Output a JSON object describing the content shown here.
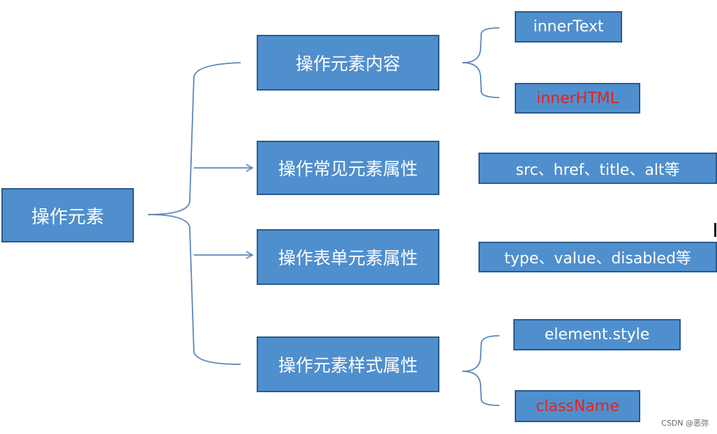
{
  "root": {
    "label": "操作元素"
  },
  "branches": [
    {
      "label": "操作元素内容",
      "children": [
        {
          "label": "innerText",
          "highlight": false
        },
        {
          "label": "innerHTML",
          "highlight": true
        }
      ]
    },
    {
      "label": "操作常见元素属性",
      "children": [
        {
          "label": "src、href、title、alt等",
          "highlight": false
        }
      ]
    },
    {
      "label": "操作表单元素属性",
      "children": [
        {
          "label": "type、value、disabled等",
          "highlight": false
        }
      ]
    },
    {
      "label": "操作元素样式属性",
      "children": [
        {
          "label": "element.style",
          "highlight": false
        },
        {
          "label": "className",
          "highlight": true
        }
      ]
    }
  ],
  "watermark": "CSDN @恶弥",
  "colors": {
    "box_fill": "#4f8fce",
    "box_border": "#2a5a8c",
    "connector": "#5b87b9",
    "highlight_text": "#e3241b"
  }
}
